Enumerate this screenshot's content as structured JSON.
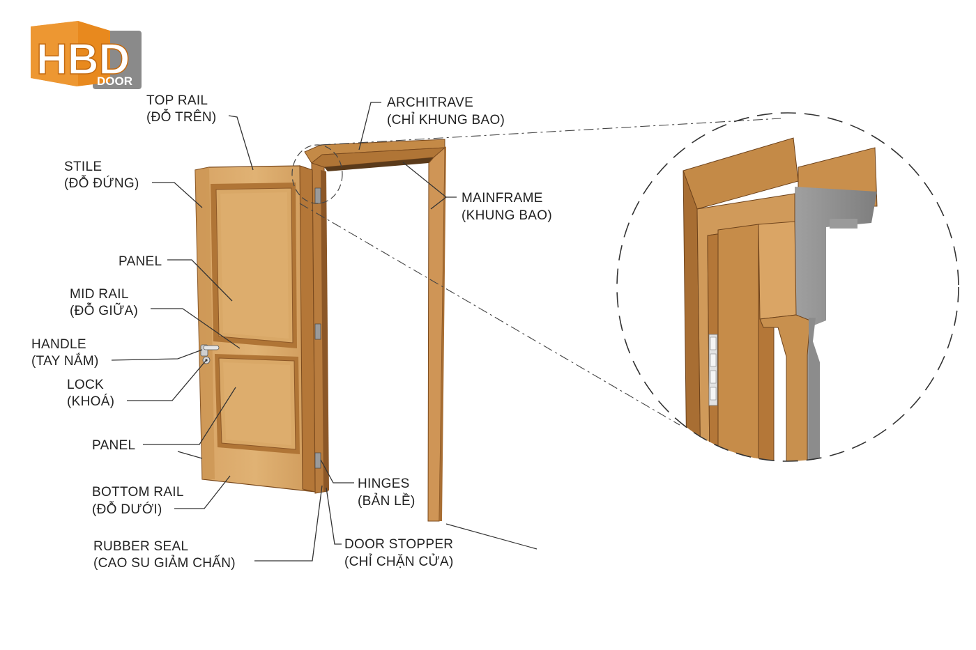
{
  "brand": {
    "logo_text": "HBD",
    "logo_sub": "DOOR",
    "colors": {
      "orange": "#E8891E",
      "gray": "#8A8A8A",
      "dark_gray": "#5E5E5E"
    }
  },
  "colors": {
    "wood_light": "#D9A867",
    "wood_mid": "#C48A47",
    "wood_dark": "#A86E33",
    "frame_gray": "#8E8E8E",
    "line": "#333333"
  },
  "labels": {
    "top_rail": [
      "TOP RAIL",
      "(ĐỖ TRÊN)"
    ],
    "stile": [
      "STILE",
      "(ĐỖ ĐỨNG)"
    ],
    "panel_upper": [
      "PANEL"
    ],
    "mid_rail": [
      "MID RAIL",
      "(ĐỖ GIỮA)"
    ],
    "handle": [
      "HANDLE",
      "(TAY NẮM)"
    ],
    "lock": [
      "LOCK",
      "(KHOÁ)"
    ],
    "panel_lower": [
      "PANEL"
    ],
    "bottom_rail": [
      "BOTTOM RAIL",
      "(ĐỖ DƯỚI)"
    ],
    "rubber_seal": [
      "RUBBER SEAL",
      "(CAO SU GIẢM CHẤN)"
    ],
    "architrave": [
      "ARCHITRAVE",
      "(CHỈ KHUNG BAO)"
    ],
    "mainframe": [
      "MAINFRAME",
      "(KHUNG BAO)"
    ],
    "hinges": [
      "HINGES",
      "(BẢN LỀ)"
    ],
    "door_stopper": [
      "DOOR STOPPER",
      "(CHỈ CHẶN CỬA)"
    ]
  }
}
